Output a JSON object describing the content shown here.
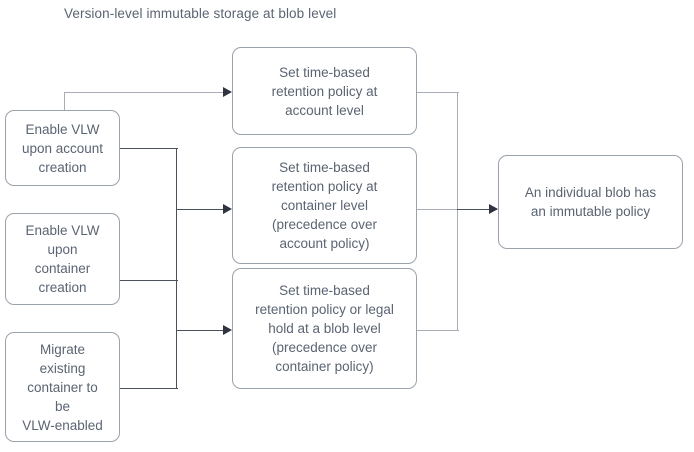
{
  "diagram": {
    "title": "Version-level immutable storage at blob level",
    "type": "flowchart",
    "nodes": [
      {
        "id": "enable-account",
        "label": "Enable VLW\nupon account\ncreation"
      },
      {
        "id": "enable-container",
        "label": "Enable VLW\nupon\ncontainer\ncreation"
      },
      {
        "id": "migrate-container",
        "label": "Migrate\nexisting\ncontainer to\nbe\nVLW-enabled"
      },
      {
        "id": "policy-account",
        "label": "Set time-based\nretention policy at\naccount level"
      },
      {
        "id": "policy-container",
        "label": "Set time-based\nretention policy at\ncontainer level\n(precedence over\naccount policy)"
      },
      {
        "id": "policy-blob",
        "label": "Set time-based\nretention policy or legal\nhold at a blob level\n(precedence over\ncontainer policy)"
      },
      {
        "id": "outcome",
        "label": "An individual blob has\nan immutable policy"
      }
    ],
    "edges": [
      {
        "from": "enable-account",
        "to": "policy-account"
      },
      {
        "from": "enable-account",
        "to": "policy-container"
      },
      {
        "from": "enable-container",
        "to": "policy-container"
      },
      {
        "from": "enable-container",
        "to": "policy-blob"
      },
      {
        "from": "migrate-container",
        "to": "policy-blob"
      },
      {
        "from": "policy-account",
        "to": "outcome"
      },
      {
        "from": "policy-container",
        "to": "outcome"
      },
      {
        "from": "policy-blob",
        "to": "outcome"
      }
    ],
    "colors": {
      "text": "#5a6472",
      "node_border": "#9aa2ad",
      "edge": "#4a505c",
      "background": "#ffffff"
    }
  }
}
